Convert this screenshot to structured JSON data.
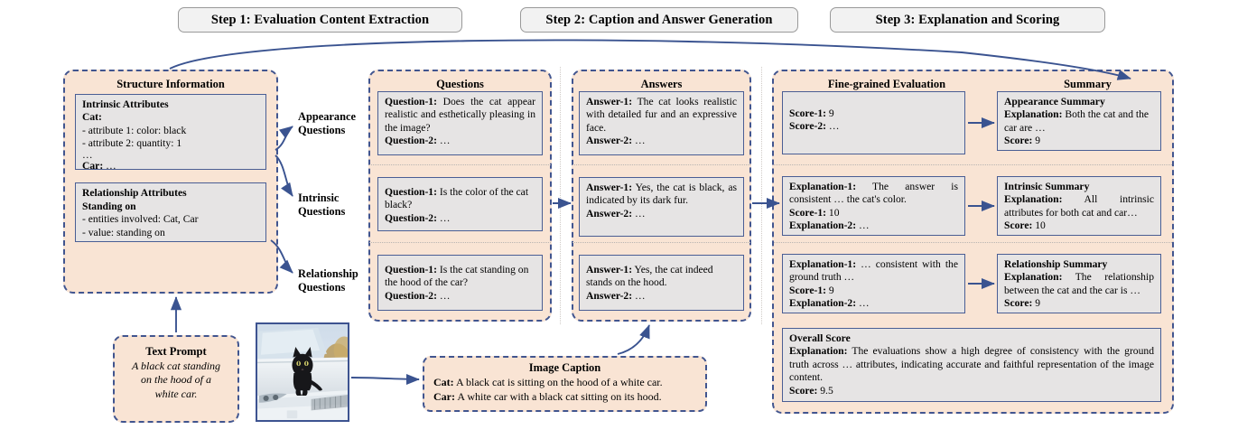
{
  "steps": [
    {
      "label": "Step 1: Evaluation Content Extraction"
    },
    {
      "label": "Step 2: Caption and Answer Generation"
    },
    {
      "label": "Step 3: Explanation and Scoring"
    }
  ],
  "colors": {
    "panel_fill": "#f9e4d4",
    "panel_border": "#41558f",
    "card_fill": "#e6e4e4",
    "card_border": "#4a5e94",
    "pill_fill": "#f2f2f2",
    "pill_border": "#999999",
    "arrow": "#3a5390"
  },
  "structure_panel": {
    "title": "Structure Information",
    "cards": [
      {
        "name": "intrinsic-attributes-card",
        "lines": [
          {
            "bold": "Intrinsic Attributes",
            "rest": ""
          },
          {
            "bold": "Cat:",
            "rest": ""
          },
          {
            "bold": "",
            "rest": "- attribute 1: color: black"
          },
          {
            "bold": "",
            "rest": "- attribute 2: quantity: 1"
          },
          {
            "bold": "",
            "rest": "…"
          },
          {
            "bold": "Car:",
            "rest": " …"
          }
        ]
      },
      {
        "name": "relationship-attributes-card",
        "lines": [
          {
            "bold": "Relationship Attributes",
            "rest": ""
          },
          {
            "bold": "Standing on",
            "rest": ""
          },
          {
            "bold": "",
            "rest": "- entities involved: Cat, Car"
          },
          {
            "bold": "",
            "rest": "- value: standing on"
          }
        ]
      }
    ]
  },
  "row_labels": [
    {
      "line1": "Appearance",
      "line2": "Questions"
    },
    {
      "line1": "Intrinsic",
      "line2": "Questions"
    },
    {
      "line1": "Relationship",
      "line2": "Questions"
    }
  ],
  "questions_panel": {
    "title": "Questions",
    "cards": [
      {
        "lines": [
          {
            "bold": "Question-1:",
            "rest": " Does the cat appear realistic and esthetically pleasing in the image?"
          },
          {
            "bold": "Question-2:",
            "rest": " …"
          }
        ]
      },
      {
        "lines": [
          {
            "bold": "Question-1:",
            "rest": " Is the color of the cat black?"
          },
          {
            "bold": "Question-2:",
            "rest": " …"
          }
        ]
      },
      {
        "lines": [
          {
            "bold": "Question-1:",
            "rest": " Is the cat standing on the hood of the car?"
          },
          {
            "bold": "Question-2:",
            "rest": " …"
          }
        ]
      }
    ]
  },
  "answers_panel": {
    "title": "Answers",
    "cards": [
      {
        "lines": [
          {
            "bold": "Answer-1:",
            "rest": " The cat looks realistic with detailed fur and an expressive face."
          },
          {
            "bold": "Answer-2:",
            "rest": " …"
          }
        ]
      },
      {
        "lines": [
          {
            "bold": "Answer-1:",
            "rest": " Yes, the cat is black, as indicated by its dark fur."
          },
          {
            "bold": "Answer-2:",
            "rest": " …"
          }
        ]
      },
      {
        "lines": [
          {
            "bold": "Answer-1:",
            "rest": " Yes, the cat indeed stands on the hood."
          },
          {
            "bold": "Answer-2:",
            "rest": " …"
          }
        ]
      }
    ]
  },
  "evaluation_panel": {
    "title": "Fine-grained Evaluation",
    "cards": [
      {
        "lines": [
          {
            "bold": "Score-1:",
            "rest": " 9"
          },
          {
            "bold": "Score-2:",
            "rest": " …"
          }
        ]
      },
      {
        "lines": [
          {
            "bold": "Explanation-1:",
            "rest": " The answer is consistent … the cat's color."
          },
          {
            "bold": "Score-1:",
            "rest": " 10"
          },
          {
            "bold": "Explanation-2:",
            "rest": " …"
          }
        ]
      },
      {
        "lines": [
          {
            "bold": "Explanation-1:",
            "rest": " … consistent with the ground truth …"
          },
          {
            "bold": "Score-1:",
            "rest": " 9"
          },
          {
            "bold": "Explanation-2:",
            "rest": " …"
          }
        ]
      }
    ],
    "overall": {
      "title": "Overall Score",
      "explanation_label": "Explanation:",
      "explanation_text": " The evaluations show a high degree of consistency with the ground truth across … attributes, indicating accurate and faithful representation of the image content.",
      "score_label": "Score:",
      "score_value": " 9.5"
    }
  },
  "summary_panel": {
    "title": "Summary",
    "cards": [
      {
        "lines": [
          {
            "bold": "Appearance Summary",
            "rest": ""
          },
          {
            "bold": "Explanation:",
            "rest": " Both the cat and the car are …"
          },
          {
            "bold": "Score:",
            "rest": " 9"
          }
        ]
      },
      {
        "lines": [
          {
            "bold": "Intrinsic Summary",
            "rest": ""
          },
          {
            "bold": "Explanation:",
            "rest": " All intrinsic attributes for both cat and car…"
          },
          {
            "bold": "Score:",
            "rest": " 10"
          }
        ]
      },
      {
        "lines": [
          {
            "bold": "Relationship Summary",
            "rest": ""
          },
          {
            "bold": "Explanation:",
            "rest": " The relationship between the cat and the car is …"
          },
          {
            "bold": "Score:",
            "rest": " 9"
          }
        ]
      }
    ]
  },
  "text_prompt": {
    "title": "Text Prompt",
    "line1": "A black cat standing",
    "line2": "on the hood of a",
    "line3": "white car."
  },
  "image_caption": {
    "title": "Image Caption",
    "rows": [
      {
        "bold": "Cat:",
        "rest": " A black cat is sitting on the hood of a white car."
      },
      {
        "bold": "Car:",
        "rest": " A white car with a black cat sitting on its hood."
      }
    ]
  },
  "thumbnail": {
    "alt": "black cat standing on hood of white car"
  }
}
